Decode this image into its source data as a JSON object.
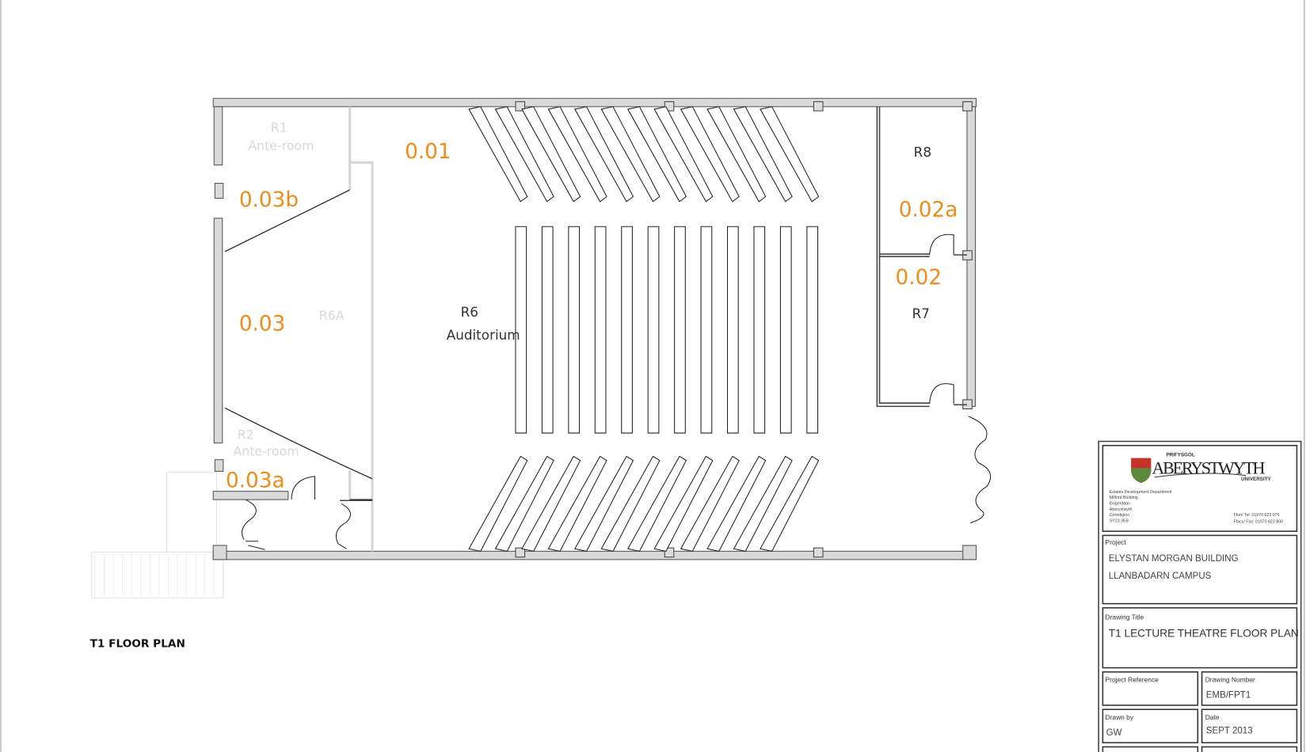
{
  "plan_title": "T1 FLOOR PLAN",
  "colors": {
    "room_number": "#f08c1a",
    "wall_fill": "#d9d9d9",
    "line": "#333333",
    "faint": "#dddddd"
  },
  "rooms": {
    "r1": {
      "code": "R1",
      "name": "Ante-room"
    },
    "r2": {
      "code": "R2",
      "name": "Ante-room"
    },
    "r6a": {
      "code": "R6A"
    },
    "r6": {
      "code": "R6",
      "name": "Auditorium"
    },
    "r7": {
      "code": "R7"
    },
    "r8": {
      "code": "R8"
    }
  },
  "room_numbers": {
    "n001": "0.01",
    "n002": "0.02",
    "n002a": "0.02a",
    "n003": "0.03",
    "n003a": "0.03a",
    "n003b": "0.03b"
  },
  "title_block": {
    "logo": {
      "top": "PRIFYSGOL",
      "main": "ABERYSTWYTH",
      "bottom": "UNIVERSITY"
    },
    "address": [
      "Estates Development Department",
      "Milford Building",
      "Gogerddan",
      "Aberystwyth",
      "Ceredigion",
      "SY23 3EB"
    ],
    "phone": "Ffon/ Tel: 01970 622 976",
    "fax": "Ffacs/ Fax: 01970 622 800",
    "project_label": "Project",
    "project_lines": [
      "ELYSTAN MORGAN BUILDING",
      "LLANBADARN CAMPUS"
    ],
    "drawing_title_label": "Drawing Title",
    "drawing_title": "T1 LECTURE THEATRE FLOOR PLAN",
    "project_reference_label": "Project Reference",
    "project_reference": "",
    "drawing_number_label": "Drawing Number",
    "drawing_number": "EMB/FPT1",
    "drawn_by_label": "Drawn by",
    "drawn_by": "GW",
    "date_label": "Date",
    "date": "SEPT 2013"
  }
}
